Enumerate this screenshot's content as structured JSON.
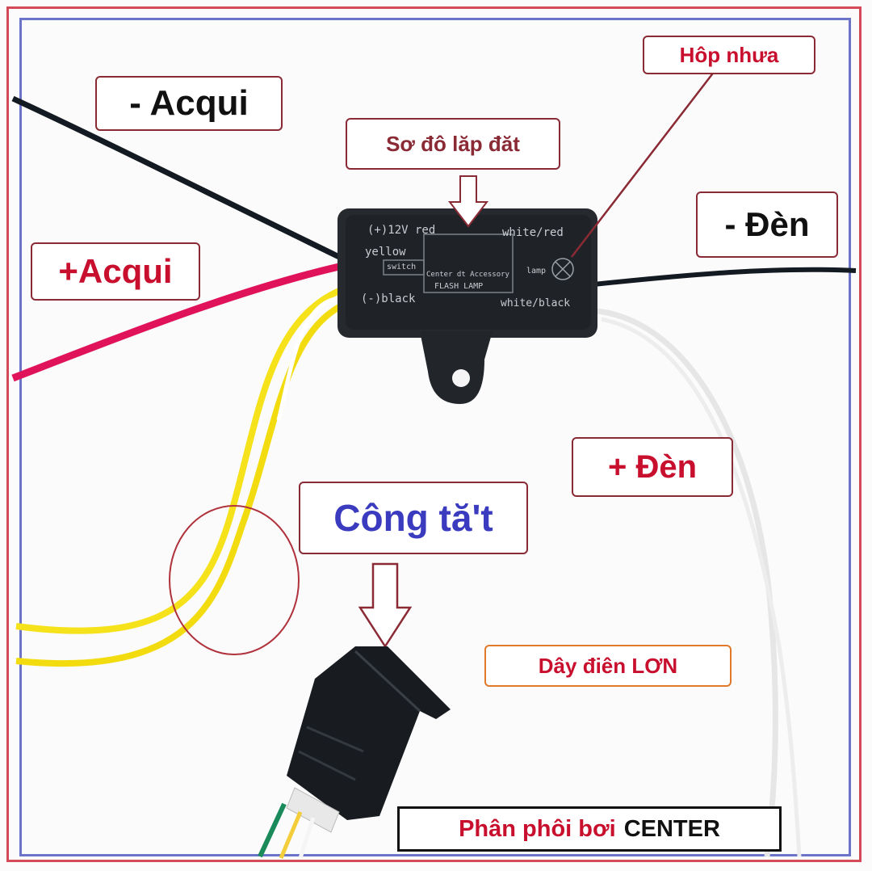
{
  "labels": {
    "minus_acqui": "- Acqui",
    "plus_acqui": "+Acqui",
    "install_diagram": "Sơ đô lăp đăt",
    "plastic_box": "Hôp nhưa",
    "minus_lamp": "- Đèn",
    "plus_lamp": "+ Đèn",
    "switch": "Công tă't",
    "large_wire": "Dây điên LƠN"
  },
  "credit": {
    "prefix": "Phân phôi bơi",
    "brand": "CENTER"
  },
  "device_print": {
    "top_left": "(+)12V  red",
    "top_right": "white/red",
    "yellow": "yellow",
    "switch": "switch",
    "center_line1": "Center dt Accessory",
    "center_line2": "FLASH LAMP",
    "lamp": "lamp",
    "black": "(-)black",
    "bottom_right": "white/black"
  },
  "colors": {
    "label_border": "#8a2a35",
    "dark_text": "#111111",
    "red_text": "#c8102e",
    "blue_text": "#3b3bbf",
    "orange_border": "#e07a2a"
  }
}
